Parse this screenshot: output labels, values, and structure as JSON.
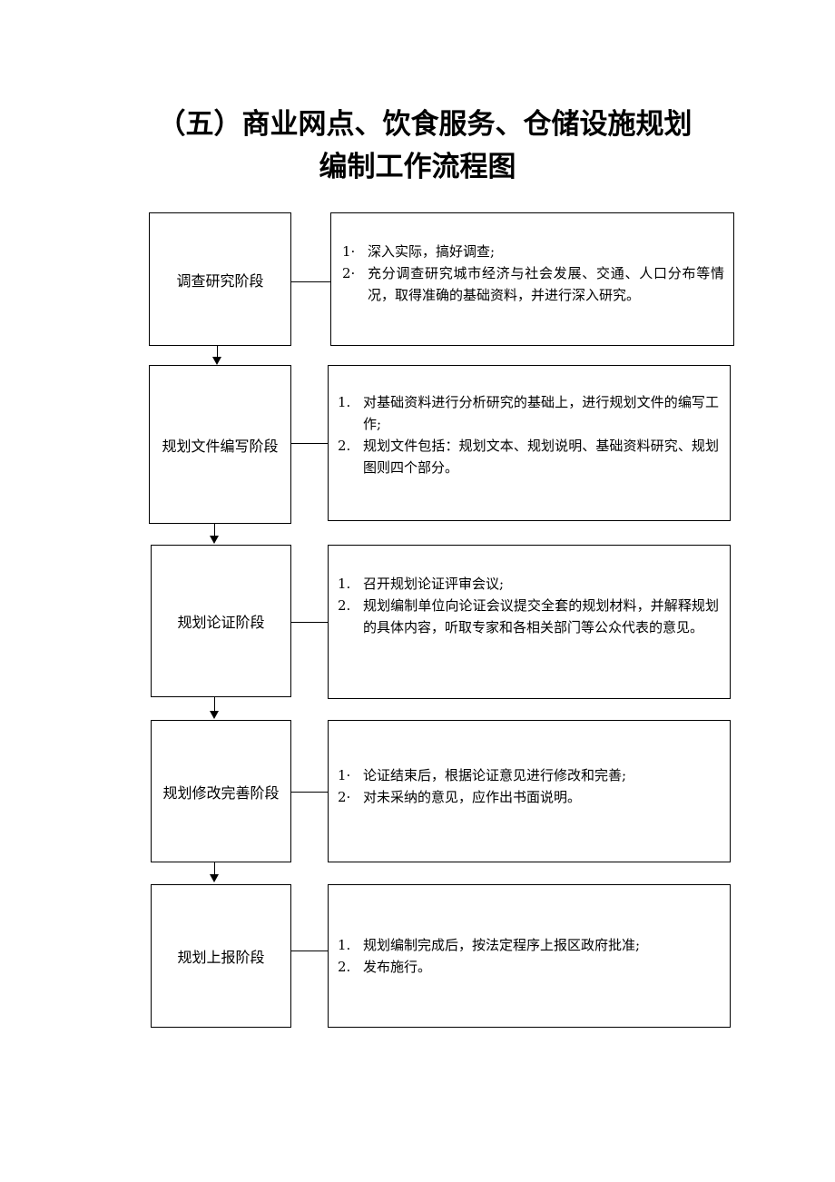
{
  "title": {
    "line1": "（五）商业网点、饮食服务、仓储设施规划",
    "line2": "编制工作流程图"
  },
  "stages": [
    {
      "label": "调查研究阶段",
      "items": [
        {
          "num": "1·",
          "text": "深入实际，搞好调查;"
        },
        {
          "num": "2·",
          "text": "充分调查研究城市经济与社会发展、交通、人口分布等情况，取得准确的基础资料，并进行深入研究。"
        }
      ]
    },
    {
      "label": "规划文件编写阶段",
      "items": [
        {
          "num": "1.",
          "text": "对基础资料进行分析研究的基础上，进行规划文件的编写工作;"
        },
        {
          "num": "2.",
          "text": "规划文件包括：规划文本、规划说明、基础资料研究、规划图则四个部分。"
        }
      ]
    },
    {
      "label": "规划论证阶段",
      "items": [
        {
          "num": "1.",
          "text": "召开规划论证评审会议;"
        },
        {
          "num": "2.",
          "text": "规划编制单位向论证会议提交全套的规划材料，并解释规划的具体内容，听取专家和各相关部门等公众代表的意见。"
        }
      ]
    },
    {
      "label": "规划修改完善阶段",
      "items": [
        {
          "num": "1·",
          "text": "论证结束后，根据论证意见进行修改和完善;"
        },
        {
          "num": "2·",
          "text": "对未采纳的意见，应作出书面说明。"
        }
      ]
    },
    {
      "label": "规划上报阶段",
      "items": [
        {
          "num": "1.",
          "text": "规划编制完成后，按法定程序上报区政府批准;"
        },
        {
          "num": "2.",
          "text": "发布施行。"
        }
      ]
    }
  ]
}
